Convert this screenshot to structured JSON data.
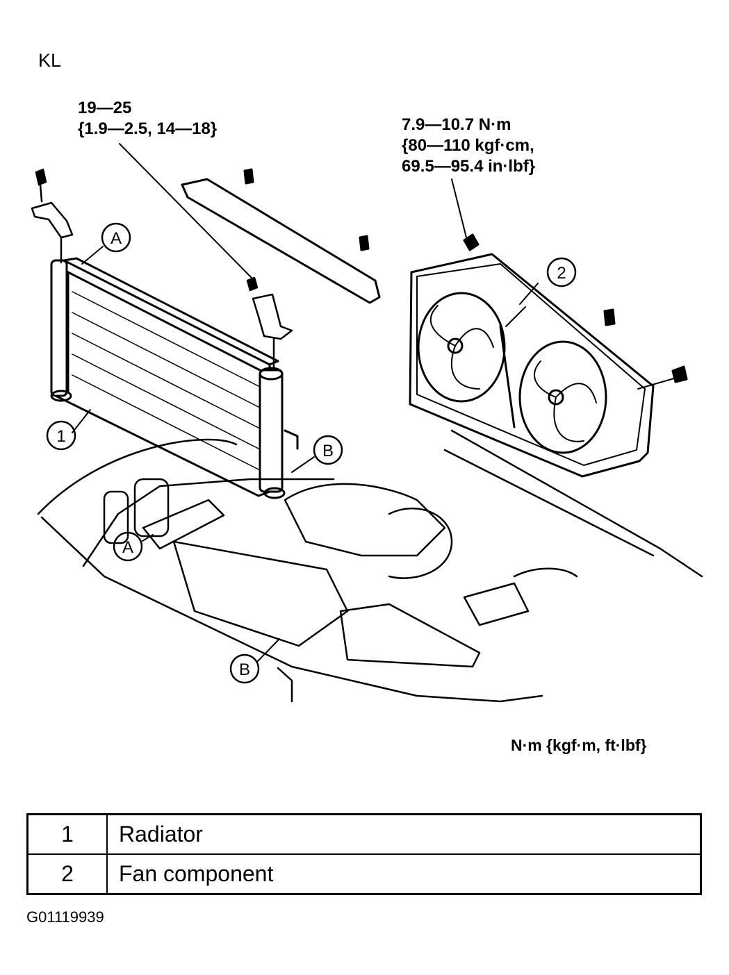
{
  "diagram_code": "KL",
  "torque_specs": {
    "radiator_bracket": {
      "line1": "19—25",
      "line2": "{1.9—2.5, 14—18}"
    },
    "fan_bolt": {
      "line1": "7.9—10.7 N·m",
      "line2": "{80—110 kgf·cm,",
      "line3": "69.5—95.4 in·lbf}"
    }
  },
  "callouts": {
    "A": "A",
    "B": "B",
    "one": "1",
    "two": "2"
  },
  "units_note": "N·m {kgf·m, ft·lbf}",
  "legend": [
    {
      "num": "1",
      "name": "Radiator"
    },
    {
      "num": "2",
      "name": "Fan component"
    }
  ],
  "figure_id": "G01119939"
}
